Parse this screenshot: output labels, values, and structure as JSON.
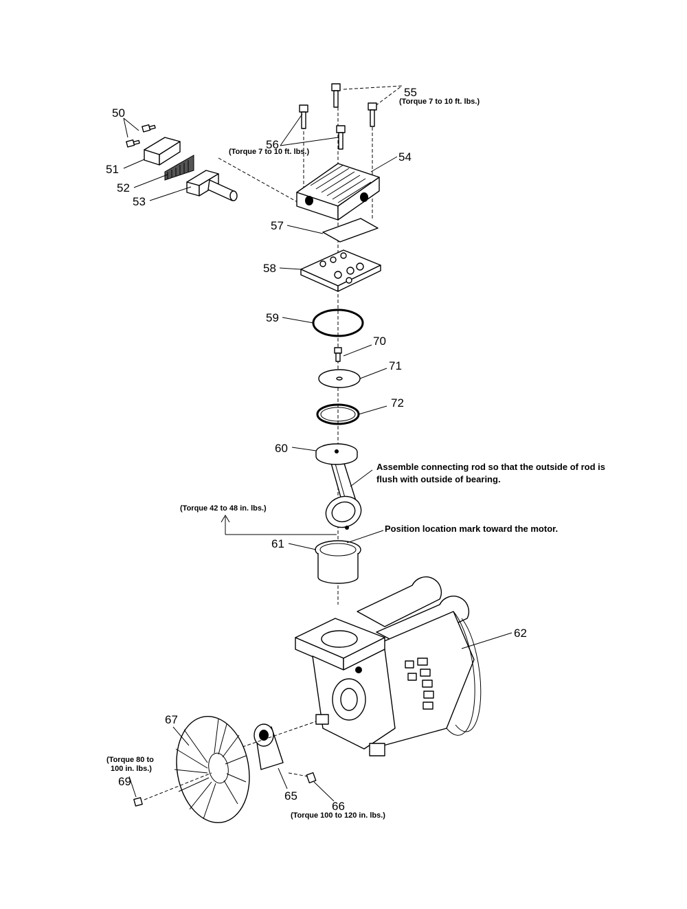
{
  "callouts": {
    "p50": "50",
    "p51": "51",
    "p52": "52",
    "p53": "53",
    "p54": "54",
    "p55": "55",
    "p56": "56",
    "p57": "57",
    "p58": "58",
    "p59": "59",
    "p60": "60",
    "p61": "61",
    "p62": "62",
    "p65": "65",
    "p66": "66",
    "p67": "67",
    "p69": "69",
    "p70": "70",
    "p71": "71",
    "p72": "72"
  },
  "notes": {
    "torque_55": "(Torque 7 to 10 ft. lbs.)",
    "torque_56": "(Torque 7 to 10 ft. lbs.)",
    "torque_rod": "(Torque 42 to 48 in. lbs.)",
    "torque_69_line1": "(Torque 80 to",
    "torque_69_line2": "100 in. lbs.)",
    "torque_66": "(Torque 100 to 120 in. lbs.)",
    "assemble_line1": "Assemble connecting rod so that the outside of  rod is",
    "assemble_line2": "flush with outside of bearing.",
    "position_mark": "Position location mark toward the motor."
  }
}
